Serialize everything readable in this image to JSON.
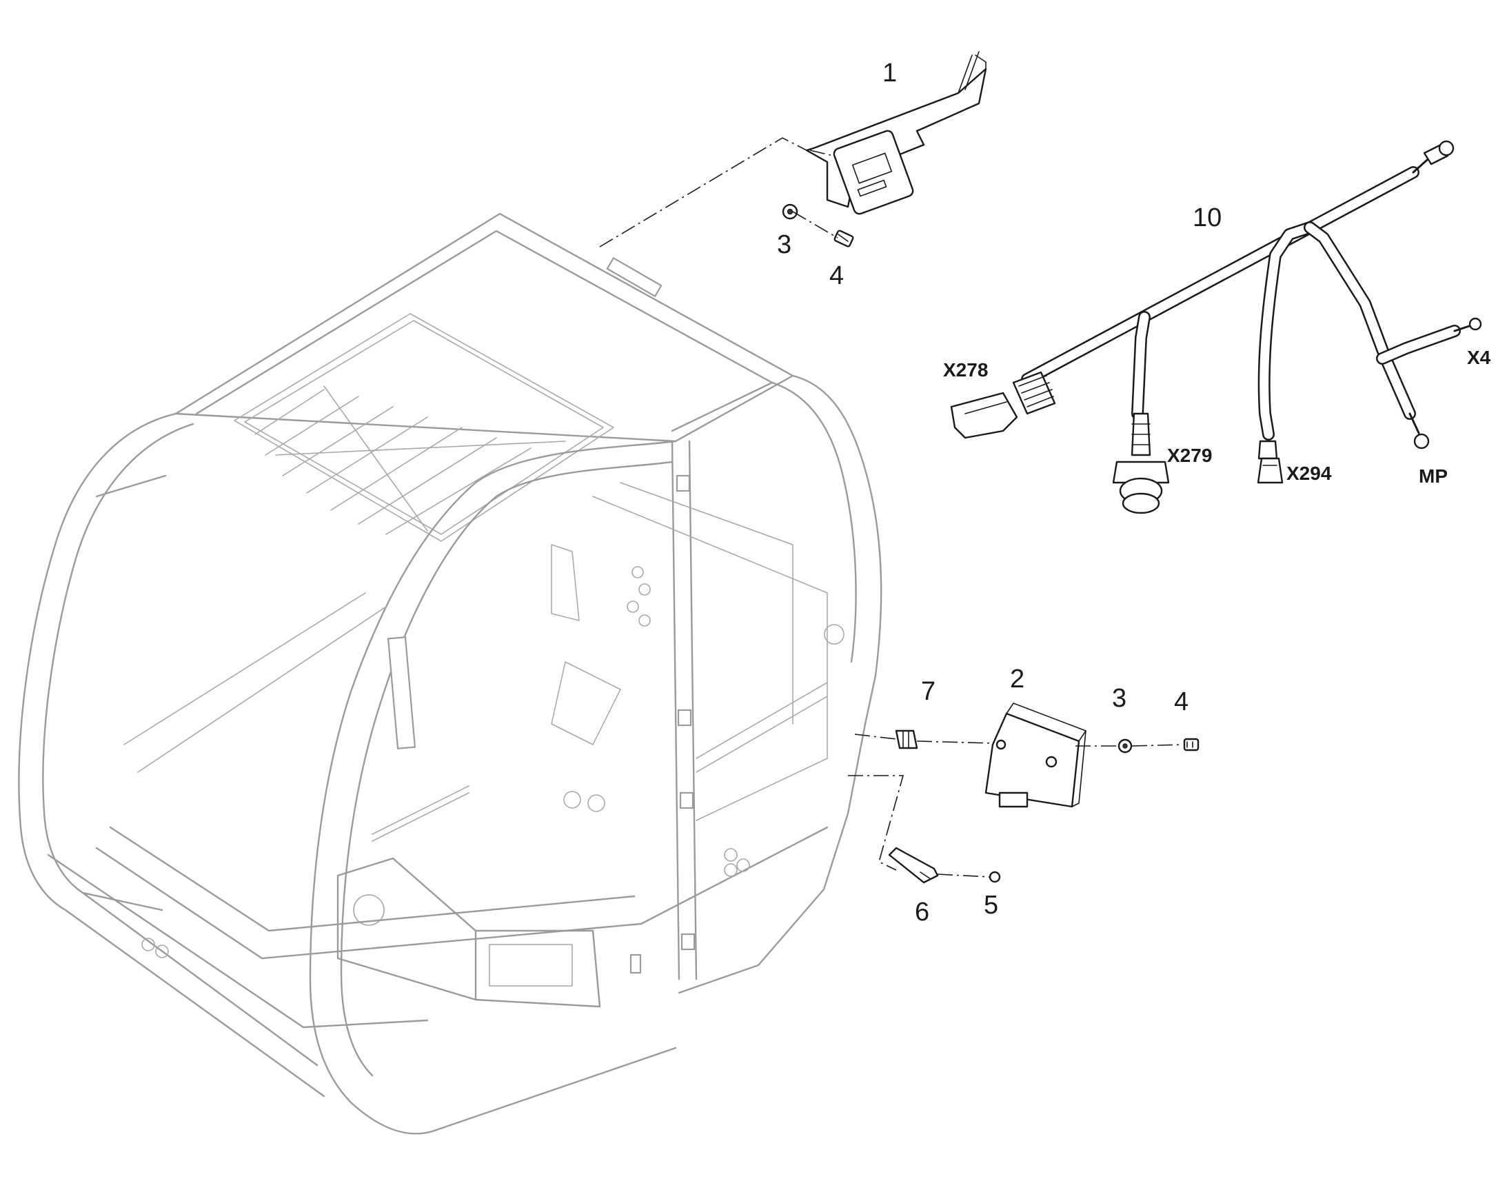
{
  "diagram": {
    "callouts": [
      {
        "id": "c1",
        "text": "1"
      },
      {
        "id": "c3a",
        "text": "3"
      },
      {
        "id": "c4a",
        "text": "4"
      },
      {
        "id": "c10",
        "text": "10"
      },
      {
        "id": "c7",
        "text": "7"
      },
      {
        "id": "c2",
        "text": "2"
      },
      {
        "id": "c3b",
        "text": "3"
      },
      {
        "id": "c4b",
        "text": "4"
      },
      {
        "id": "c6",
        "text": "6"
      },
      {
        "id": "c5",
        "text": "5"
      }
    ],
    "connectors": [
      {
        "id": "x278",
        "text": "X278"
      },
      {
        "id": "x279",
        "text": "X279"
      },
      {
        "id": "x294",
        "text": "X294"
      },
      {
        "id": "x4",
        "text": "X4"
      },
      {
        "id": "mp",
        "text": "MP"
      }
    ]
  }
}
